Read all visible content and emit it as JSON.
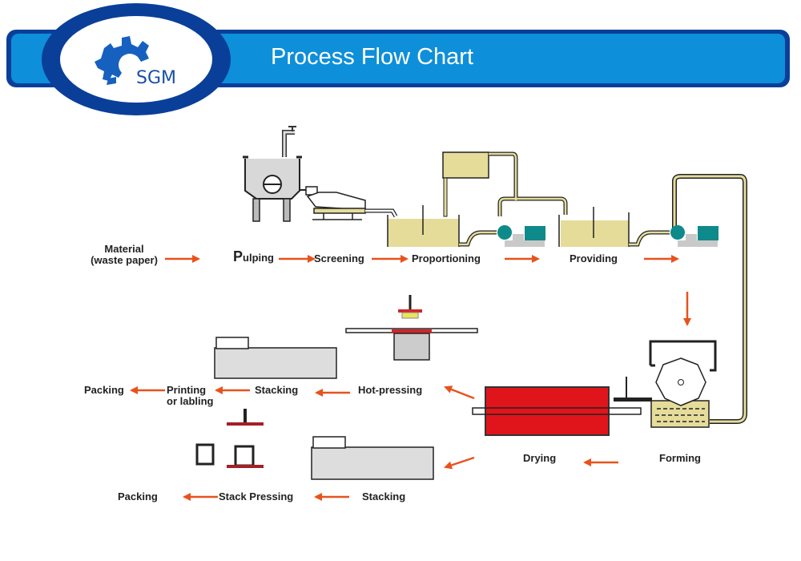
{
  "header": {
    "title": "Process Flow Chart",
    "logo_text": "SGM",
    "colors": {
      "banner": "#0e8fda",
      "border": "#0a3f99",
      "arrow": "#e8521c",
      "pulp": "#e5dc9a",
      "pump": "#0f8a8a",
      "dryer": "#e0151b"
    }
  },
  "flow": {
    "row1": {
      "material_line1": "Material",
      "material_line2": "(waste paper)",
      "pulping_initial": "P",
      "pulping_rest": "ulping",
      "screening": "Screening",
      "proportioning": "Proportioning",
      "providing": "Providing"
    },
    "row2": {
      "forming": "Forming",
      "drying": "Drying"
    },
    "row3": {
      "hot_pressing": "Hot-pressing",
      "stacking": "Stacking",
      "printing_line1": "Printing",
      "printing_line2": "or labling",
      "packing": "Packing"
    },
    "row4": {
      "stacking": "Stacking",
      "stack_pressing": "Stack Pressing",
      "packing": "Packing"
    }
  }
}
